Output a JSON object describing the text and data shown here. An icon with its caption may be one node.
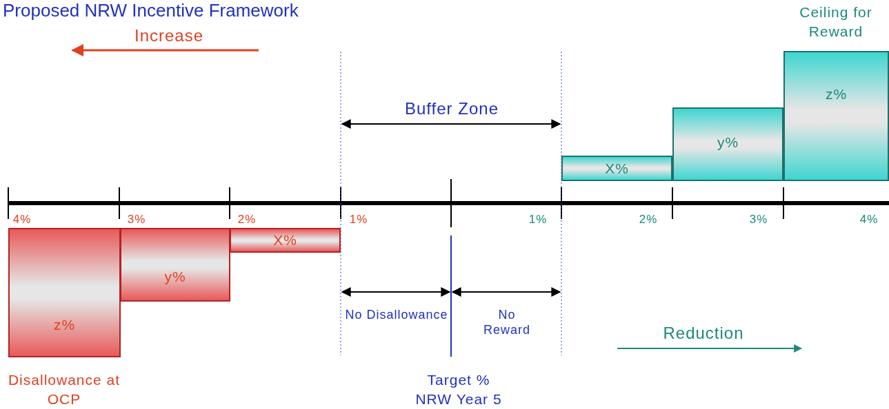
{
  "diagram": {
    "title": "Proposed NRW Incentive Framework",
    "nodes": [
      {
        "text": [
          "X%"
        ]
      },
      {
        "text": [
          "y%"
        ]
      },
      {
        "text": [
          "z%"
        ],
        "beside": [
          "Ceiling for Reward"
        ]
      },
      {
        "text": [
          "z%"
        ],
        "beside": [
          "Disallowance at OCP"
        ]
      },
      {
        "text": [
          "y%"
        ]
      },
      {
        "text": [
          "X%"
        ]
      }
    ],
    "edges": [],
    "labels": [
      "Increase",
      "Buffer Zone",
      "4%",
      "3%",
      "2%",
      "1%",
      "1%",
      "2%",
      "3%",
      "4%",
      "No Disallowance",
      "No Reward",
      "Reduction",
      "Target % NRW Year 5"
    ]
  }
}
